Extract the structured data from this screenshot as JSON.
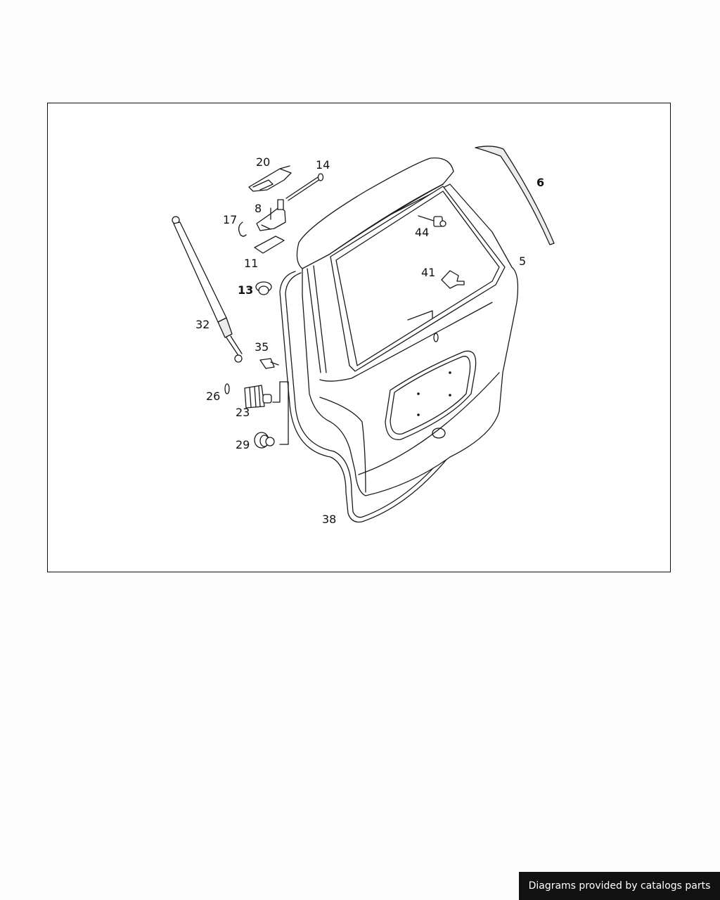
{
  "diagram": {
    "callouts": [
      {
        "id": "c20",
        "label": "20"
      },
      {
        "id": "c14",
        "label": "14"
      },
      {
        "id": "c8",
        "label": "8"
      },
      {
        "id": "c17",
        "label": "17"
      },
      {
        "id": "c11",
        "label": "11"
      },
      {
        "id": "c13",
        "label": "13"
      },
      {
        "id": "c32",
        "label": "32"
      },
      {
        "id": "c35",
        "label": "35"
      },
      {
        "id": "c26",
        "label": "26"
      },
      {
        "id": "c23",
        "label": "23"
      },
      {
        "id": "c29",
        "label": "29"
      },
      {
        "id": "c38",
        "label": "38"
      },
      {
        "id": "c6",
        "label": "6"
      },
      {
        "id": "c44",
        "label": "44"
      },
      {
        "id": "c5",
        "label": "5"
      },
      {
        "id": "c41",
        "label": "41"
      }
    ]
  },
  "footer": {
    "text": "Diagrams provided by catalogs parts"
  }
}
